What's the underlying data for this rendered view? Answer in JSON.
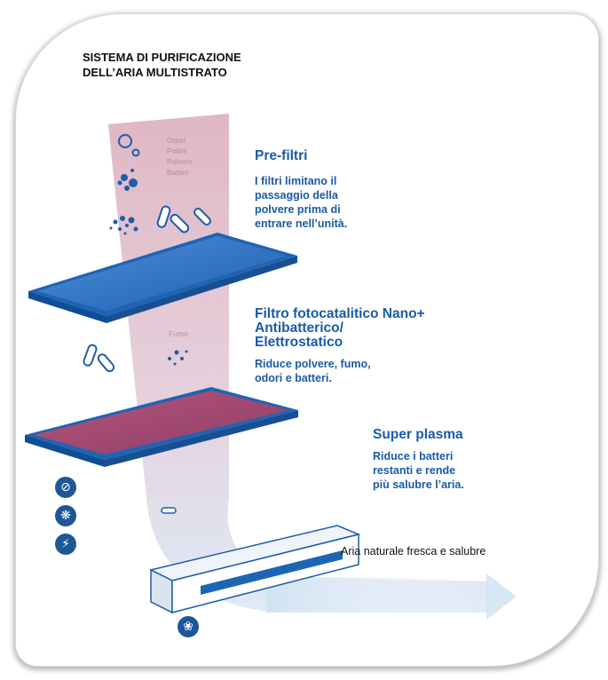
{
  "title_lines": [
    "SISTEMA DI PURIFICAZIONE",
    "DELL’ARIA MULTISTRATO"
  ],
  "stages": [
    {
      "heading_lines": [
        "Pre-filtri"
      ],
      "description_lines": [
        "I filtri limitano il",
        "passaggio della",
        "polvere prima di",
        "entrare nell’unità."
      ]
    },
    {
      "heading_lines": [
        "Filtro fotocatalitico Nano+",
        "Antibatterico/",
        "Elettrostatico"
      ],
      "description_lines": [
        "Riduce polvere, fumo,",
        "odori e batteri."
      ]
    },
    {
      "heading_lines": [
        "Super plasma"
      ],
      "description_lines": [
        "Riduce i batteri",
        "restanti e rende",
        "più salubre l’aria."
      ]
    }
  ],
  "pollutant_labels": [
    "Odori",
    "Pollini",
    "Polvere",
    "Batteri"
  ],
  "smoke_label": "Fumo",
  "bottom_caption": "Aria naturale fresca e salubre",
  "icons": {
    "side": [
      "no-bacteria-icon",
      "molecule-icon",
      "lightning-icon"
    ],
    "bottom": "tree-icon"
  },
  "colors": {
    "heading": "#1a5aa6",
    "filter_frame": "#1e64b4",
    "filter_mesh": "#2d6ec4",
    "photocatalytic_mesh": "#a0466e",
    "air_stream_top": "#d8a9b7",
    "air_stream_bottom": "#d8e8f6",
    "icon_fill": "#1e5796"
  }
}
